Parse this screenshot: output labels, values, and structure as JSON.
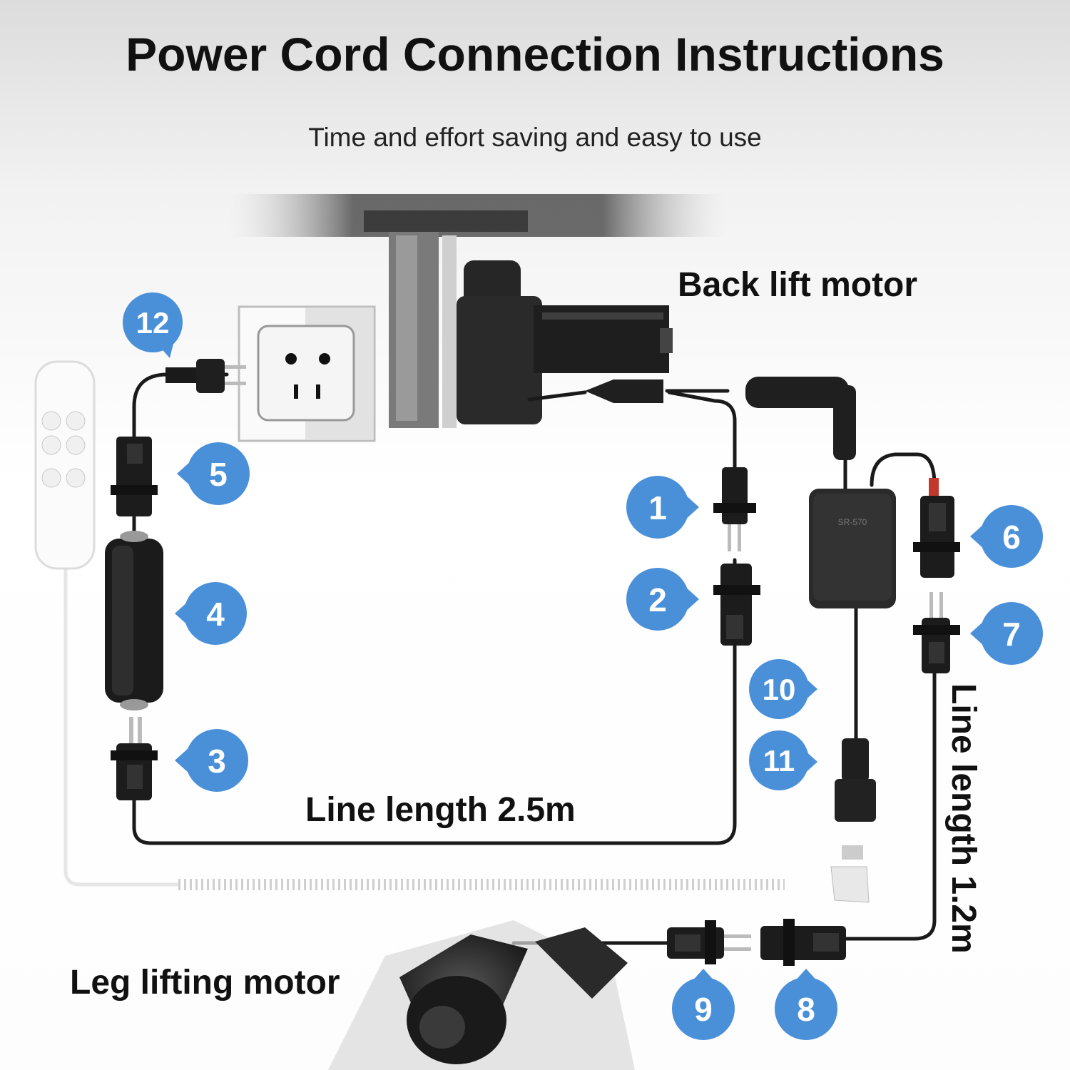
{
  "title": "Power Cord Connection Instructions",
  "subtitle": "Time and effort saving and easy to use",
  "labels": {
    "back_lift_motor": "Back lift motor",
    "line_length_main": "Line length 2.5m",
    "line_length_short": "Line length 1.2m",
    "leg_lifting_motor": "Leg lifting motor"
  },
  "markers": [
    "1",
    "2",
    "3",
    "4",
    "5",
    "6",
    "7",
    "8",
    "9",
    "10",
    "11",
    "12"
  ],
  "controller_text": "SR-570",
  "colors": {
    "marker_blue": "#4a90d9",
    "cable": "#1a1a1a",
    "text": "#111111"
  }
}
